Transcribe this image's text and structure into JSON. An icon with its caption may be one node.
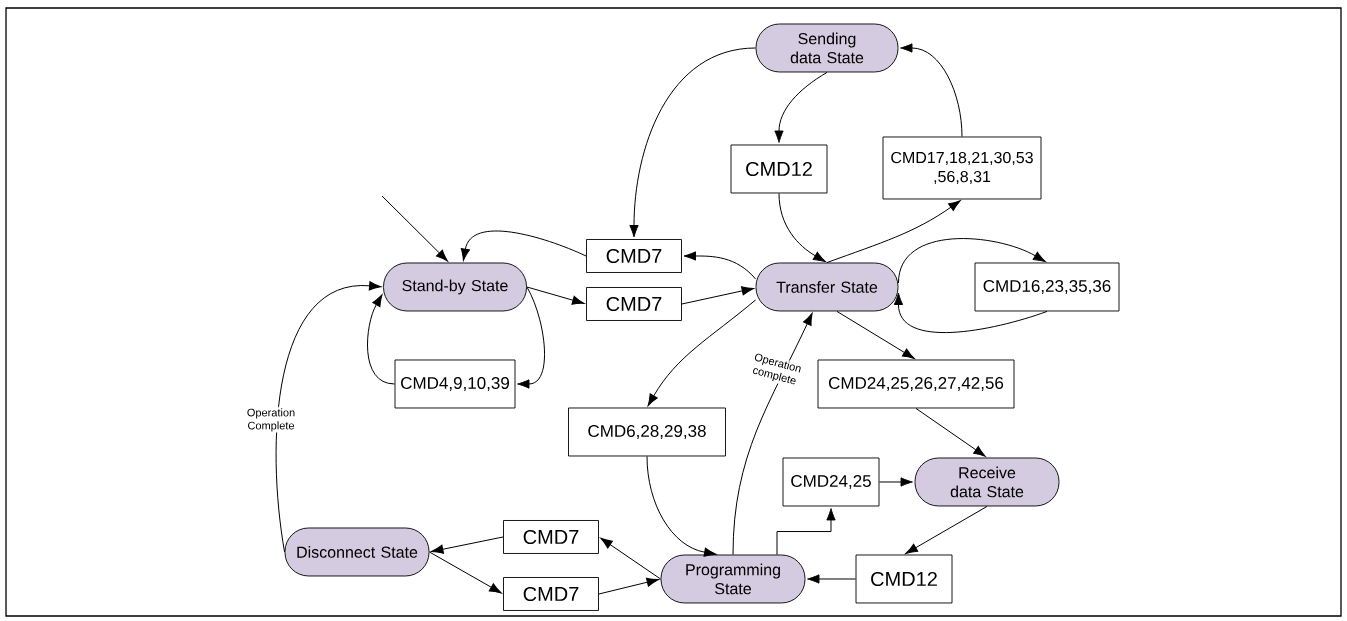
{
  "diagram": {
    "nodes": [
      {
        "text": [
          "Sending data State"
        ]
      },
      {
        "text": [
          "CMD12"
        ]
      },
      {
        "text": [
          "CMD17,18,21,30,53 ,56,8,31"
        ]
      },
      {
        "text": [
          "CMD7"
        ]
      },
      {
        "text": [
          "Stand-by State"
        ]
      },
      {
        "text": [
          "Transfer State"
        ]
      },
      {
        "text": [
          "CMD7"
        ]
      },
      {
        "text": [
          "CMD16,23,35,36"
        ]
      },
      {
        "text": [
          "CMD4,9,10,39"
        ]
      },
      {
        "text": [
          "CMD24,25,26,27,42,56"
        ]
      },
      {
        "text": [
          "CMD6,28,29,38"
        ]
      },
      {
        "text": [
          "CMD24,25"
        ]
      },
      {
        "text": [
          "Receive data State"
        ]
      },
      {
        "text": [
          "Disconnect State"
        ]
      },
      {
        "text": [
          "CMD7"
        ]
      },
      {
        "text": [
          "Programming State"
        ]
      },
      {
        "text": [
          "CMD12"
        ]
      },
      {
        "text": [
          "CMD7"
        ]
      }
    ],
    "edges": [
      {
        "from": null,
        "to": 4,
        "arrow": "to"
      },
      {
        "from": 0,
        "to": 3,
        "arrow": "to"
      },
      {
        "from": 0,
        "to": 1,
        "arrow": "to"
      },
      {
        "from": 1,
        "to": 5,
        "arrow": "to"
      },
      {
        "from": 5,
        "to": 2,
        "arrow": "to"
      },
      {
        "from": 2,
        "to": 0,
        "arrow": "to"
      },
      {
        "from": 5,
        "to": 3,
        "arrow": "to"
      },
      {
        "from": 3,
        "to": 4,
        "arrow": "to"
      },
      {
        "from": 4,
        "to": 6,
        "arrow": "to"
      },
      {
        "from": 6,
        "to": 5,
        "arrow": "to"
      },
      {
        "from": 5,
        "to": 7,
        "arrow": "to"
      },
      {
        "from": 7,
        "to": 5,
        "arrow": "to"
      },
      {
        "from": 4,
        "to": 8,
        "arrow": "to"
      },
      {
        "from": 8,
        "to": 4,
        "arrow": "to"
      },
      {
        "from": 13,
        "to": 4,
        "arrow": "to",
        "label": "Operation Complete"
      },
      {
        "from": 5,
        "to": 10,
        "arrow": "to"
      },
      {
        "from": 10,
        "to": 15,
        "arrow": "to"
      },
      {
        "from": 15,
        "to": 5,
        "arrow": "to",
        "label": "Operation complete"
      },
      {
        "from": 5,
        "to": 9,
        "arrow": "to"
      },
      {
        "from": 9,
        "to": 12,
        "arrow": "to"
      },
      {
        "from": 15,
        "to": 11,
        "arrow": "to"
      },
      {
        "from": 11,
        "to": 12,
        "arrow": "to"
      },
      {
        "from": 12,
        "to": 16,
        "arrow": "to"
      },
      {
        "from": 16,
        "to": 15,
        "arrow": "to"
      },
      {
        "from": 15,
        "to": 14,
        "arrow": "to"
      },
      {
        "from": 14,
        "to": 13,
        "arrow": "to"
      },
      {
        "from": 13,
        "to": 17,
        "arrow": "to"
      },
      {
        "from": 17,
        "to": 15,
        "arrow": "to"
      }
    ]
  }
}
